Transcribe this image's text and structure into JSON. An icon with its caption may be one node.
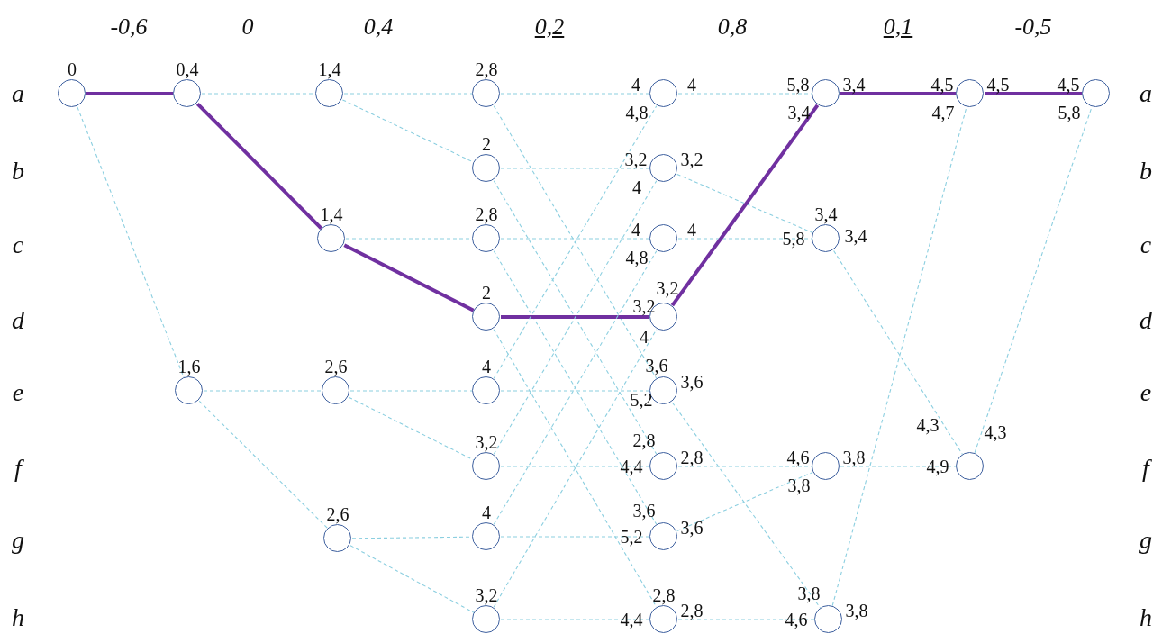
{
  "diagram": {
    "nodes": [
      {
        "text": [
          "0"
        ]
      },
      {
        "text": [
          "0,4"
        ]
      },
      {
        "text": [
          "1,6"
        ]
      },
      {
        "text": [
          "1,4"
        ]
      },
      {
        "text": [
          "1,4"
        ]
      },
      {
        "text": [
          "2,6"
        ]
      },
      {
        "text": [
          "2,6"
        ]
      },
      {
        "text": [
          "2,8"
        ]
      },
      {
        "text": [
          "2"
        ]
      },
      {
        "text": [
          "2,8"
        ]
      },
      {
        "text": [
          "2"
        ]
      },
      {
        "text": [
          "4"
        ]
      },
      {
        "text": [
          "3,2"
        ]
      },
      {
        "text": [
          "4"
        ]
      },
      {
        "text": [
          "3,2"
        ]
      },
      {
        "text": [
          "4",
          "4",
          "4,8"
        ]
      },
      {
        "text": [
          "3,2",
          "3,2",
          "4"
        ]
      },
      {
        "text": [
          "4",
          "4",
          "4,8"
        ]
      },
      {
        "text": [
          "3,2",
          "3,2",
          "4"
        ]
      },
      {
        "text": [
          "3,6",
          "3,6",
          "5,2"
        ]
      },
      {
        "text": [
          "2,8",
          "4,4",
          "2,8"
        ]
      },
      {
        "text": [
          "3,6",
          "3,6",
          "5,2"
        ]
      },
      {
        "text": [
          "2,8",
          "4,4",
          "2,8"
        ]
      },
      {
        "text": [
          "5,8",
          "3,4",
          "3,4"
        ]
      },
      {
        "text": [
          "3,4",
          "5,8",
          "3,4"
        ]
      },
      {
        "text": [
          "4,6",
          "3,8",
          "3,8"
        ]
      },
      {
        "text": [
          "3,8",
          "3,8",
          "4,6"
        ]
      },
      {
        "text": [
          "4,5",
          "4,5",
          "4,7"
        ]
      },
      {
        "text": [
          "4,3",
          "4,3",
          "4,9"
        ]
      },
      {
        "text": [
          "4,5",
          "5,8"
        ]
      }
    ],
    "edges": [
      {
        "from": 0,
        "to": 1,
        "arrow": "none",
        "style": "thick",
        "color": "#7030a0"
      },
      {
        "from": 0,
        "to": 2,
        "arrow": "none",
        "style": "dashed"
      },
      {
        "from": 1,
        "to": 3,
        "arrow": "none",
        "style": "dashed"
      },
      {
        "from": 1,
        "to": 4,
        "arrow": "none",
        "style": "thick",
        "color": "#7030a0"
      },
      {
        "from": 2,
        "to": 5,
        "arrow": "none",
        "style": "dashed"
      },
      {
        "from": 2,
        "to": 6,
        "arrow": "none",
        "style": "dashed"
      },
      {
        "from": 3,
        "to": 7,
        "arrow": "none",
        "style": "dashed"
      },
      {
        "from": 3,
        "to": 8,
        "arrow": "none",
        "style": "dashed"
      },
      {
        "from": 4,
        "to": 9,
        "arrow": "none",
        "style": "dashed"
      },
      {
        "from": 4,
        "to": 10,
        "arrow": "none",
        "style": "thick",
        "color": "#7030a0"
      },
      {
        "from": 5,
        "to": 11,
        "arrow": "none",
        "style": "dashed"
      },
      {
        "from": 5,
        "to": 12,
        "arrow": "none",
        "style": "dashed"
      },
      {
        "from": 6,
        "to": 13,
        "arrow": "none",
        "style": "dashed"
      },
      {
        "from": 6,
        "to": 14,
        "arrow": "none",
        "style": "dashed"
      },
      {
        "from": 7,
        "to": 15,
        "arrow": "none",
        "style": "dashed"
      },
      {
        "from": 7,
        "to": 19,
        "arrow": "none",
        "style": "dashed"
      },
      {
        "from": 8,
        "to": 16,
        "arrow": "none",
        "style": "dashed"
      },
      {
        "from": 8,
        "to": 20,
        "arrow": "none",
        "style": "dashed"
      },
      {
        "from": 9,
        "to": 17,
        "arrow": "none",
        "style": "dashed"
      },
      {
        "from": 9,
        "to": 21,
        "arrow": "none",
        "style": "dashed"
      },
      {
        "from": 10,
        "to": 18,
        "arrow": "none",
        "style": "thick",
        "color": "#7030a0"
      },
      {
        "from": 10,
        "to": 22,
        "arrow": "none",
        "style": "dashed"
      },
      {
        "from": 11,
        "to": 15,
        "arrow": "none",
        "style": "dashed"
      },
      {
        "from": 11,
        "to": 19,
        "arrow": "none",
        "style": "dashed"
      },
      {
        "from": 12,
        "to": 16,
        "arrow": "none",
        "style": "dashed"
      },
      {
        "from": 12,
        "to": 20,
        "arrow": "none",
        "style": "dashed"
      },
      {
        "from": 13,
        "to": 17,
        "arrow": "none",
        "style": "dashed"
      },
      {
        "from": 13,
        "to": 21,
        "arrow": "none",
        "style": "dashed"
      },
      {
        "from": 14,
        "to": 18,
        "arrow": "none",
        "style": "dashed"
      },
      {
        "from": 14,
        "to": 22,
        "arrow": "none",
        "style": "dashed"
      },
      {
        "from": 15,
        "to": 23,
        "arrow": "none",
        "style": "dashed"
      },
      {
        "from": 16,
        "to": 24,
        "arrow": "none",
        "style": "dashed"
      },
      {
        "from": 17,
        "to": 24,
        "arrow": "none",
        "style": "dashed"
      },
      {
        "from": 18,
        "to": 23,
        "arrow": "none",
        "style": "thick",
        "color": "#7030a0"
      },
      {
        "from": 19,
        "to": 26,
        "arrow": "none",
        "style": "dashed"
      },
      {
        "from": 20,
        "to": 25,
        "arrow": "none",
        "style": "dashed"
      },
      {
        "from": 21,
        "to": 25,
        "arrow": "none",
        "style": "dashed"
      },
      {
        "from": 22,
        "to": 26,
        "arrow": "none",
        "style": "dashed"
      },
      {
        "from": 23,
        "to": 27,
        "arrow": "none",
        "style": "thick",
        "color": "#7030a0"
      },
      {
        "from": 24,
        "to": 28,
        "arrow": "none",
        "style": "dashed"
      },
      {
        "from": 25,
        "to": 28,
        "arrow": "none",
        "style": "dashed"
      },
      {
        "from": 26,
        "to": 27,
        "arrow": "none",
        "style": "dashed"
      },
      {
        "from": 27,
        "to": 29,
        "arrow": "none",
        "style": "thick",
        "color": "#7030a0"
      },
      {
        "from": 28,
        "to": 29,
        "arrow": "none",
        "style": "dashed"
      }
    ],
    "labels": [
      "-0,6",
      "0",
      "0,4",
      "0,2",
      "0,8",
      "0,1",
      "-0,5",
      "a",
      "a",
      "b",
      "b",
      "c",
      "c",
      "d",
      "d",
      "e",
      "e",
      "f",
      "f",
      "g",
      "g",
      "h",
      "h"
    ]
  }
}
